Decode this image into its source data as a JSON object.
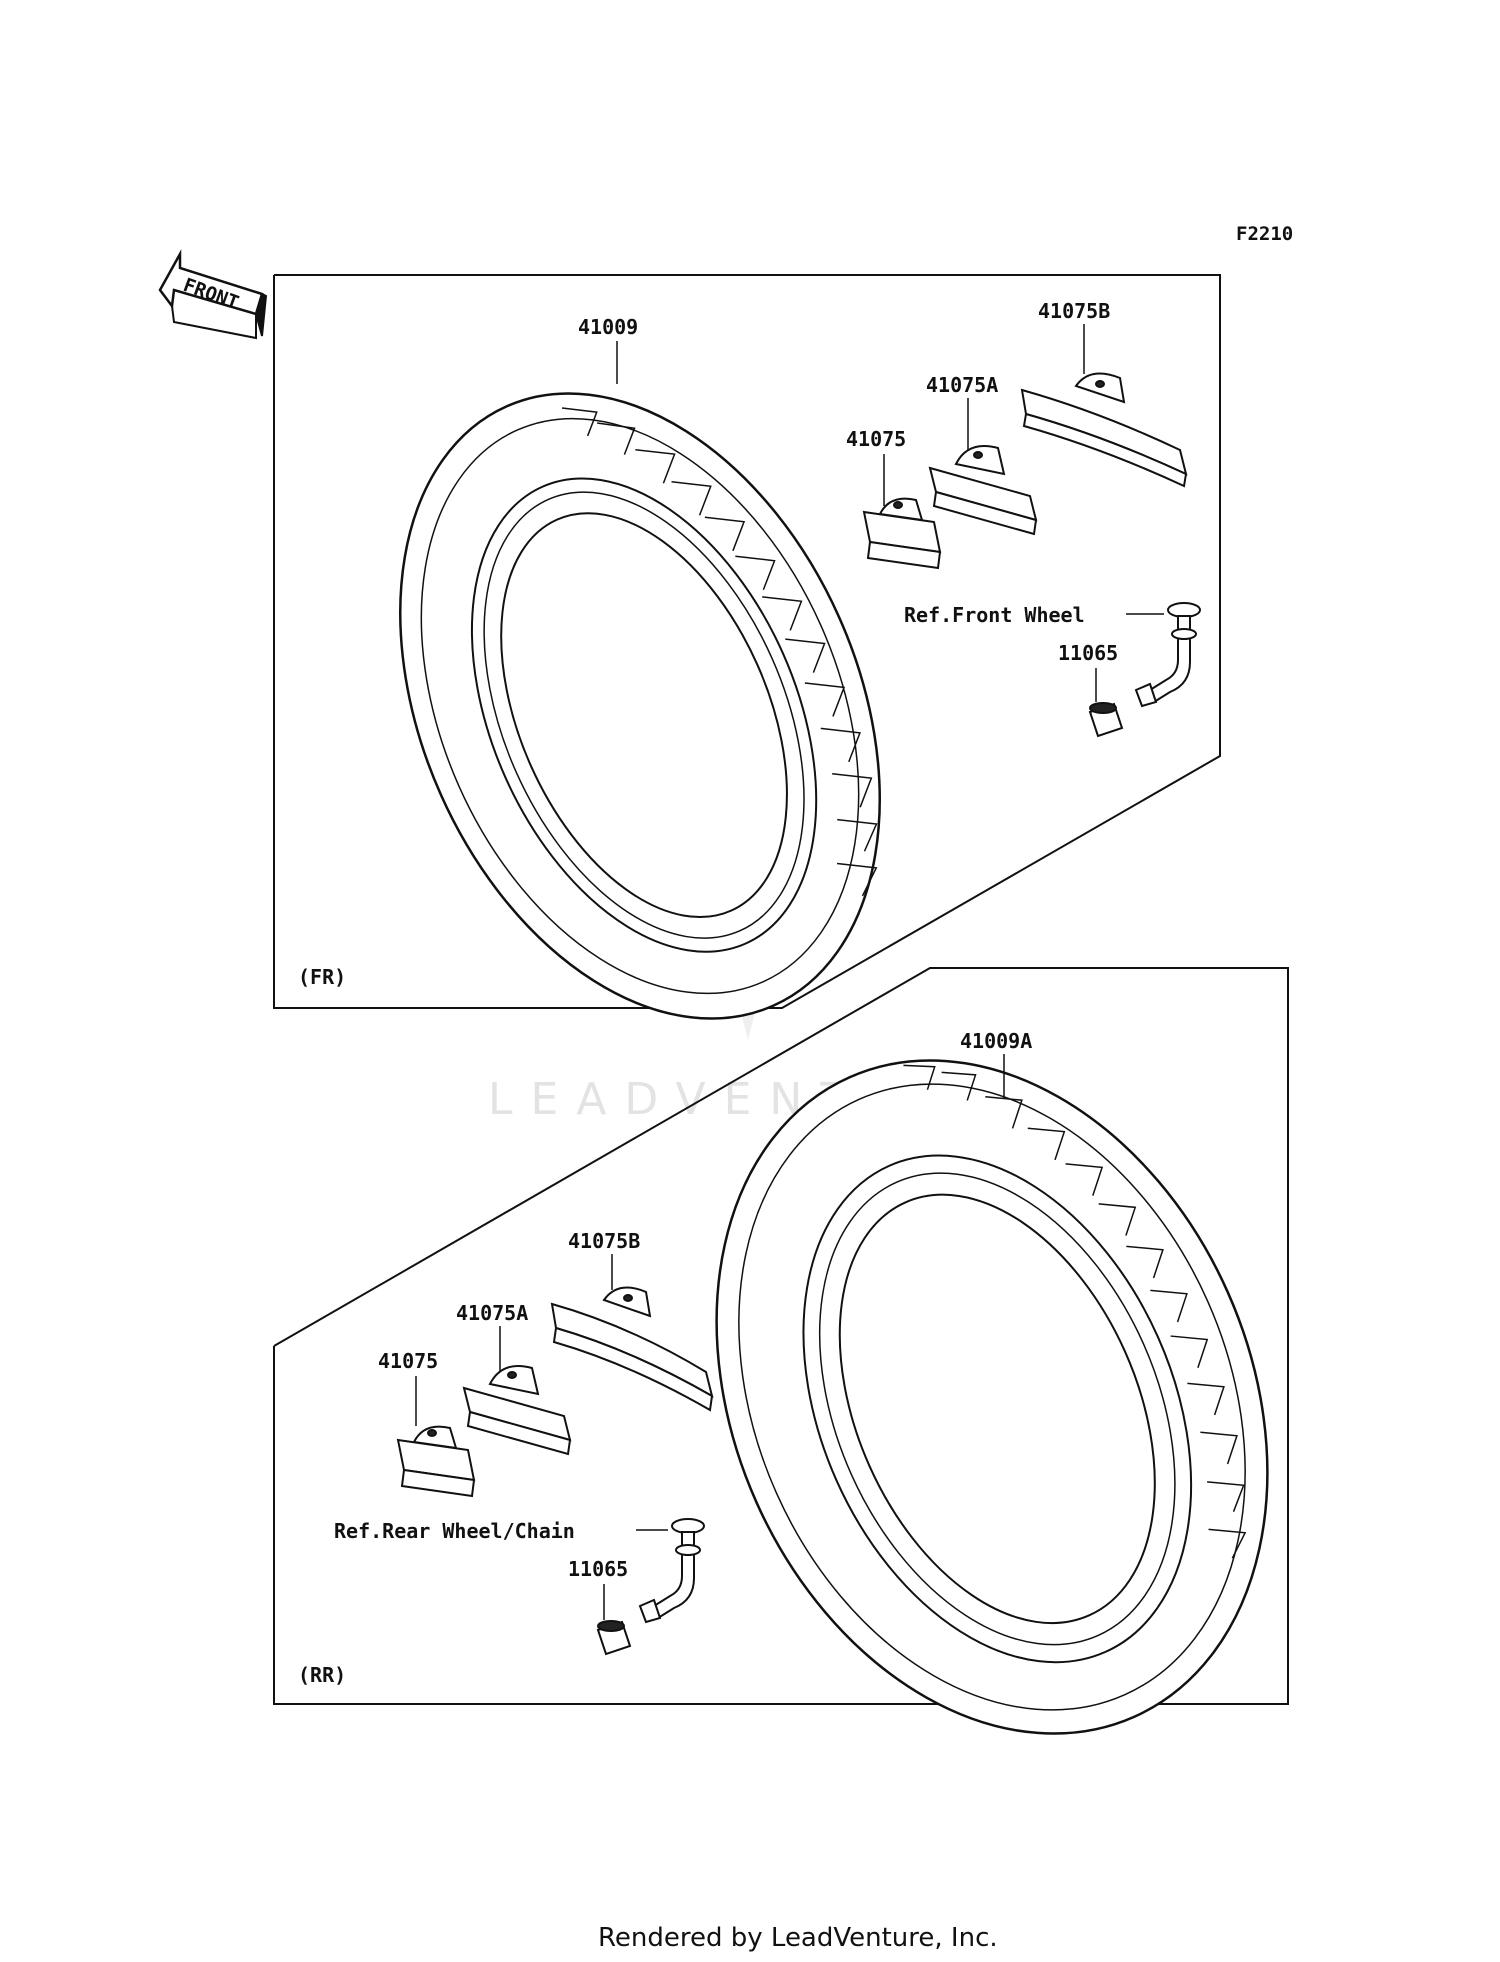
{
  "diagram_code": "F2210",
  "front_arrow_label": "FRONT",
  "watermark": "LEADVENTURE",
  "footer": "Rendered by LeadVenture, Inc.",
  "front_section": {
    "label": "(FR)",
    "parts": {
      "tire": "41009",
      "weight": "41075",
      "weight_a": "41075A",
      "weight_b": "41075B",
      "valve_cap": "11065",
      "reference": "Ref.Front Wheel"
    }
  },
  "rear_section": {
    "label": "(RR)",
    "parts": {
      "tire": "41009A",
      "weight": "41075",
      "weight_a": "41075A",
      "weight_b": "41075B",
      "valve_cap": "11065",
      "reference": "Ref.Rear Wheel/Chain"
    }
  }
}
